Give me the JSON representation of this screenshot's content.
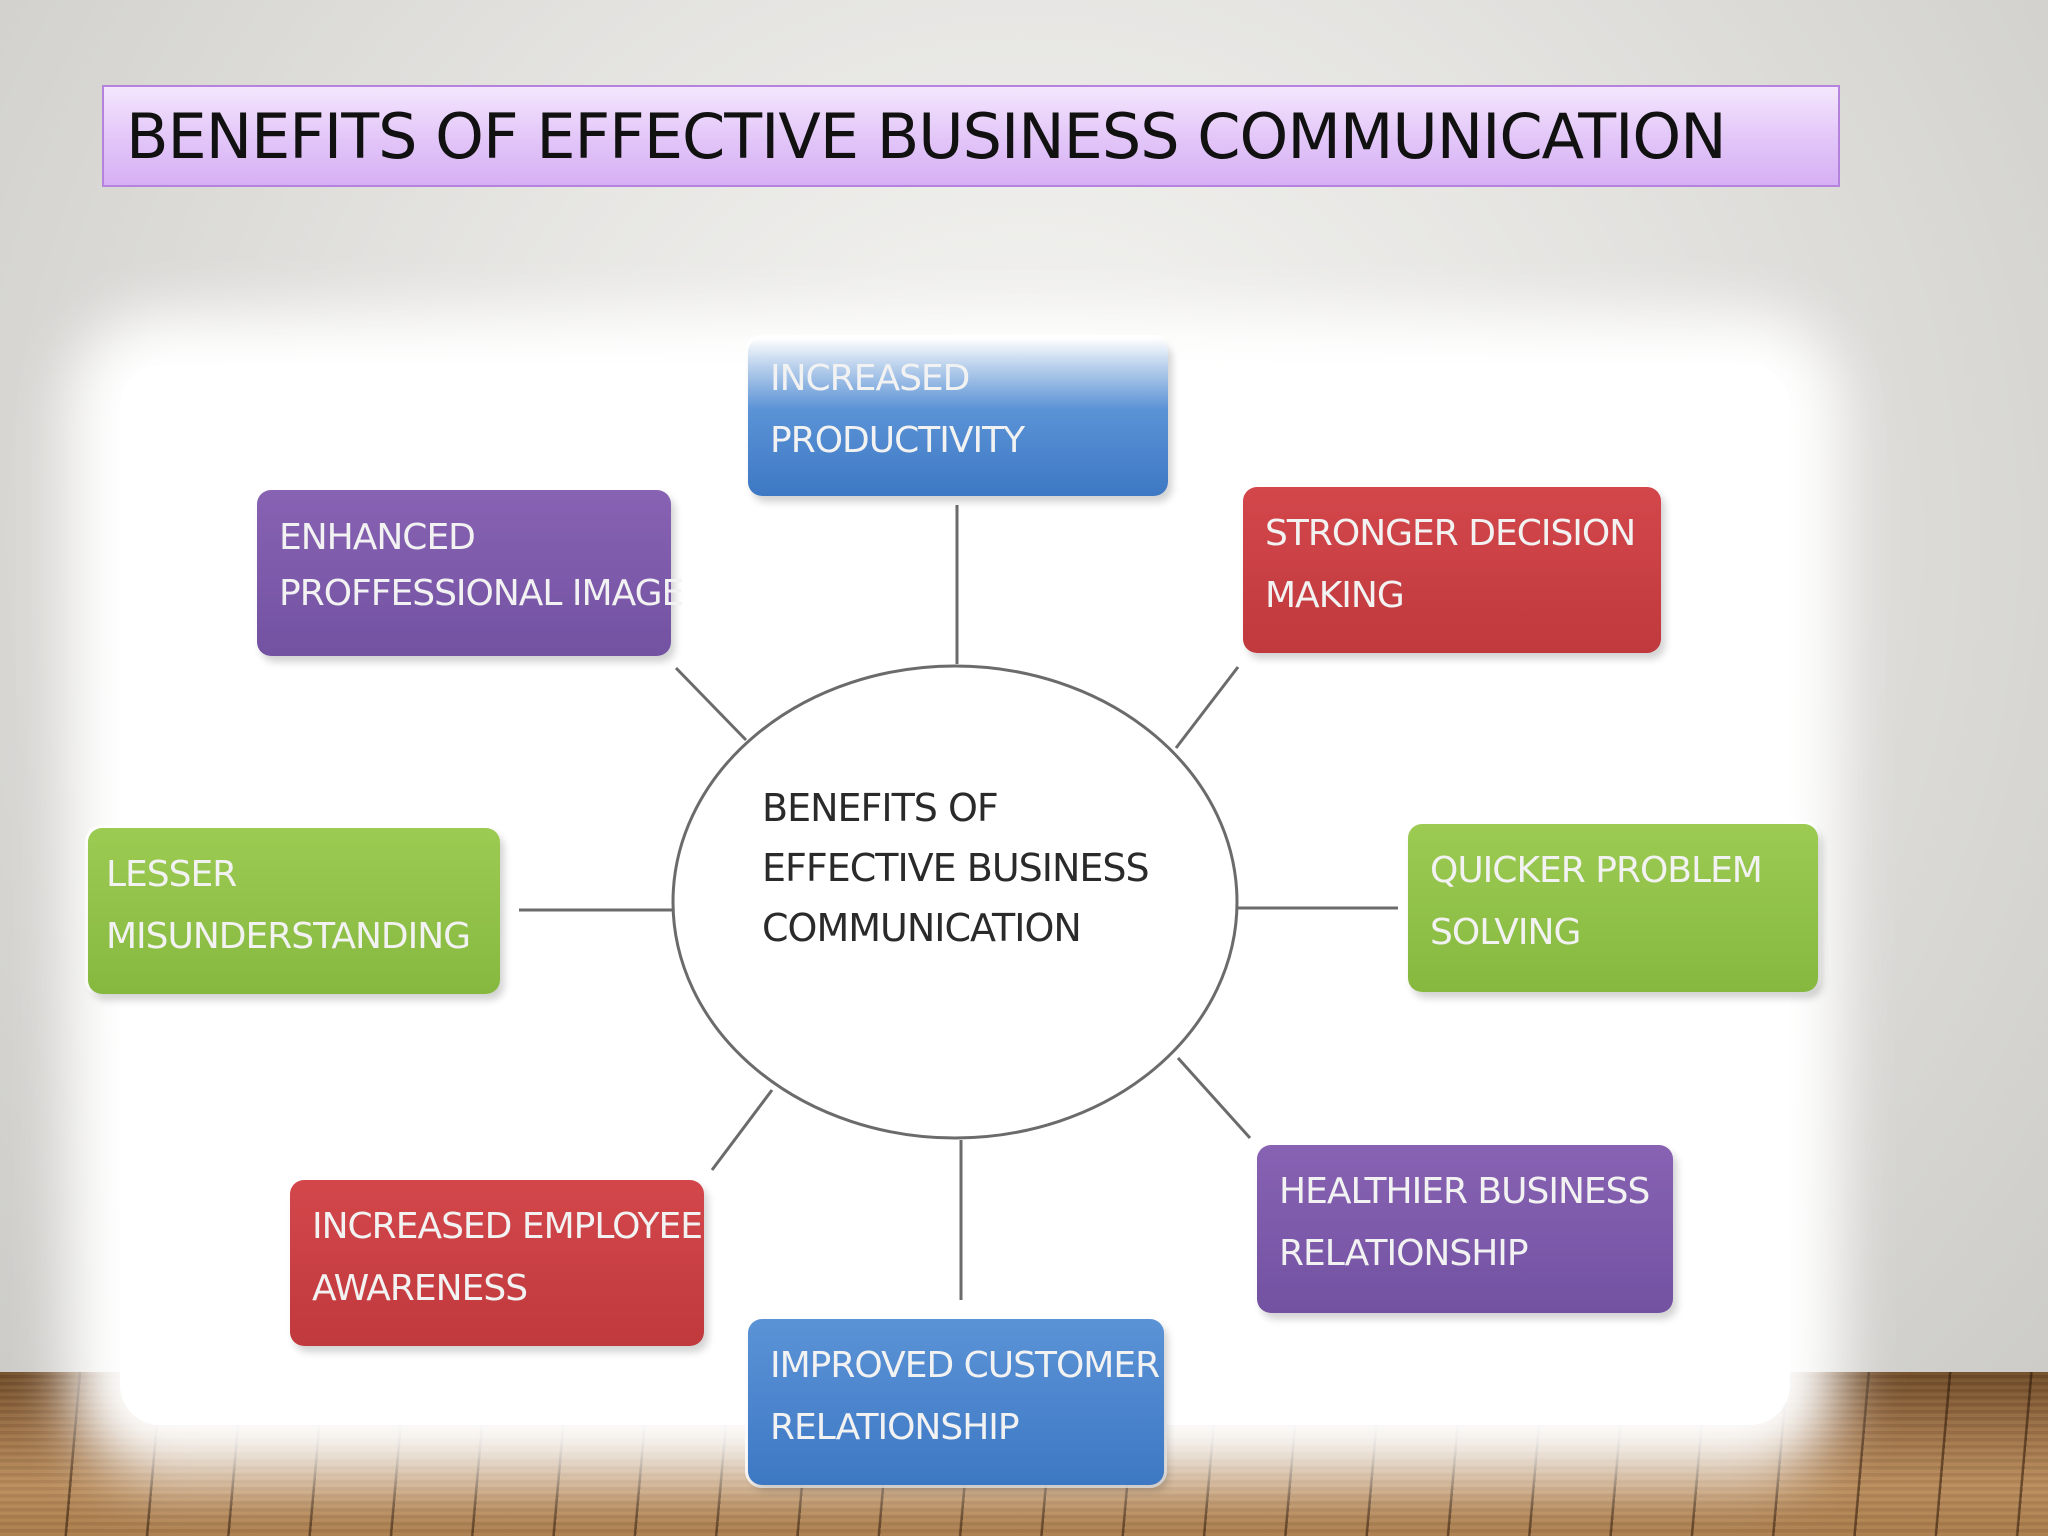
{
  "slide": {
    "title": "BENEFITS OF EFFECTIVE BUSINESS COMMUNICATION"
  },
  "diagram": {
    "center": {
      "line1": "BENEFITS OF",
      "line2": "EFFECTIVE BUSINESS",
      "line3": "COMMUNICATION"
    },
    "nodes": {
      "increased_productivity": {
        "line1": "INCREASED",
        "line2": "PRODUCTIVITY",
        "color": "#3d78c4"
      },
      "stronger_decision_making": {
        "line1": "STRONGER DECISION",
        "line2": "MAKING",
        "color": "#c0393d"
      },
      "quicker_problem_solving": {
        "line1": "QUICKER PROBLEM",
        "line2": "SOLVING",
        "color": "#86b83f"
      },
      "healthier_business_relationship": {
        "line1": "HEALTHIER BUSINESS",
        "line2": "RELATIONSHIP",
        "color": "#7352a2"
      },
      "improved_customer_relationship": {
        "line1": "IMPROVED CUSTOMER",
        "line2": "RELATIONSHIP",
        "color": "#3d78c4"
      },
      "increased_employee_awareness": {
        "line1": "INCREASED EMPLOYEE",
        "line2": "AWARENESS",
        "color": "#c0393d"
      },
      "lesser_misunderstanding": {
        "line1": "LESSER",
        "line2": "MISUNDERSTANDING",
        "color": "#86b83f"
      },
      "enhanced_professional_image": {
        "line1": "ENHANCED",
        "line2": "PROFFESSIONAL IMAGE",
        "color": "#7352a2"
      }
    }
  }
}
